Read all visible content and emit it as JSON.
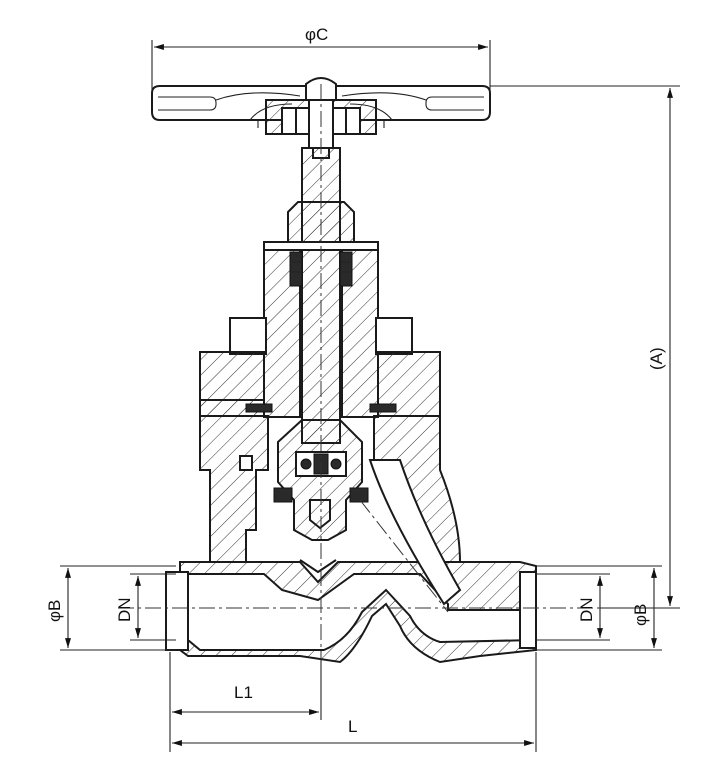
{
  "labels": {
    "handwheel_diameter": "φC",
    "height": "(A)",
    "outer_diameter_left": "φB",
    "nominal_diameter_left": "DN",
    "outer_diameter_right": "φB",
    "nominal_diameter_right": "DN",
    "half_length": "L1",
    "length": "L"
  }
}
